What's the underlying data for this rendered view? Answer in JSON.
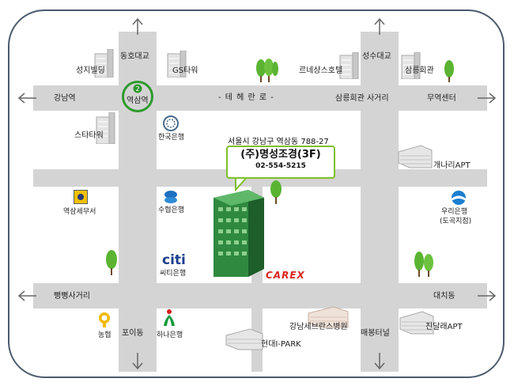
{
  "map": {
    "company": {
      "name": "(주)명성조경(3F)",
      "phone": "02-554-5215"
    },
    "address": "서울시 강남구 역삼동 788-27",
    "station": {
      "number": "2",
      "name": "역삼역"
    },
    "roads": {
      "teheran": "- 테 헤 란 로 -",
      "gangnam": "강남역",
      "trade_center": "무역센터",
      "seolleung_intersection": "삼릉회관 사거리",
      "ppaeppae_intersection": "뻥뻥사거리",
      "daechi": "대치동",
      "dongho": "동호대교",
      "seongsu": "성수대교",
      "poi": "포이동",
      "maebong": "매봉터널"
    },
    "landmarks": {
      "seongji": "성지빌딩",
      "gs_tower": "GS타워",
      "renaissance": "르네상스호텔",
      "seolleung_hall": "삼릉회관",
      "star_tower": "스타타워",
      "bank_of_korea": "한국은행",
      "gaenari": "개나리APT",
      "tax_office": "역삼세무서",
      "suhyup": "수협은행",
      "woori": "우리은행",
      "woori_branch": "(도곡지점)",
      "citi": "씨티은행",
      "citi_logo": "citi",
      "carex": "CAREX",
      "nonghyup": "농협",
      "hana": "하나은행",
      "hyundai_ipark": "현대I-PARK",
      "severance": "강남세브란스병원",
      "jindallae": "진달래APT"
    }
  }
}
